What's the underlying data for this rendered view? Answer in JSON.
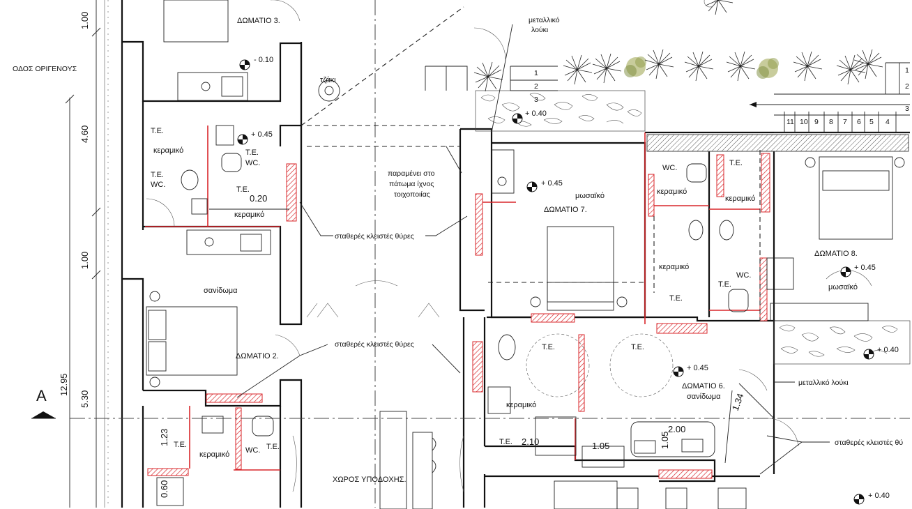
{
  "street": "ΟΔΟΣ ΟΡΙΓΕΝΟΥΣ",
  "section_marker": "A",
  "dimensions": {
    "d_1_00_top": "1.00",
    "d_4_60": "4.60",
    "d_1_00_mid": "1.00",
    "d_5_30": "5.30",
    "d_12_95": "12.95",
    "d_0_20": "0.20",
    "d_1_23": "1.23",
    "d_0_60": "0.60",
    "d_2_10": "2.10",
    "d_1_05_a": "1.05",
    "d_1_05_b": "1.05",
    "d_2_00": "2.00",
    "d_1_34": "1.34"
  },
  "levels": {
    "l_m010": "- 0.10",
    "l_p045_a": "+ 0.45",
    "l_p040_a": "+ 0.40",
    "l_p045_r7": "+ 0.45",
    "l_p045_r8": "+ 0.45",
    "l_p045_r6": "+ 0.45",
    "l_p040_b": "+ 0.40",
    "l_p040_c": "+ 0.40"
  },
  "rooms": {
    "room3": "ΔΩΜΑΤΙΟ 3.",
    "room2": "ΔΩΜΑΤΙΟ 2.",
    "room7": "ΔΩΜΑΤΙΟ 7.",
    "room8": "ΔΩΜΑΤΙΟ 8.",
    "room6": "ΔΩΜΑΤΙΟ 6.",
    "reception": "ΧΩΡΟΣ ΥΠΟΔΟΧΗΣ."
  },
  "labels": {
    "fireplace": "τζάκι",
    "metal_trough_top": "μεταλλικό\nλούκι",
    "metal_trough_right": "μεταλλικό λούκι",
    "wall_trace": "παραμένει στο\nπάτωμα ίχνος\nτοιχοποιίας",
    "fixed_doors_1": "σταθερές κλειστές θύρες",
    "fixed_doors_2": "σταθερές κλειστές θύρες",
    "fixed_doors_3": "σταθερές κλειστές θύ",
    "te": "Τ.Ε.",
    "wc": "WC.",
    "ceramic": "κεραμικό",
    "mosaic": "μωσαϊκό",
    "wood_floor": "σανίδωμα"
  },
  "stair_numbers": [
    "11",
    "10",
    "9",
    "8",
    "7",
    "6",
    "5",
    "4"
  ],
  "stair_numbers_left": [
    "1",
    "2",
    "3"
  ],
  "stair_numbers_right": [
    "1",
    "2",
    "3"
  ],
  "colors": {
    "wall": "#111111",
    "demolition": "#d8262a",
    "vegetation": "#7a8a3a"
  }
}
